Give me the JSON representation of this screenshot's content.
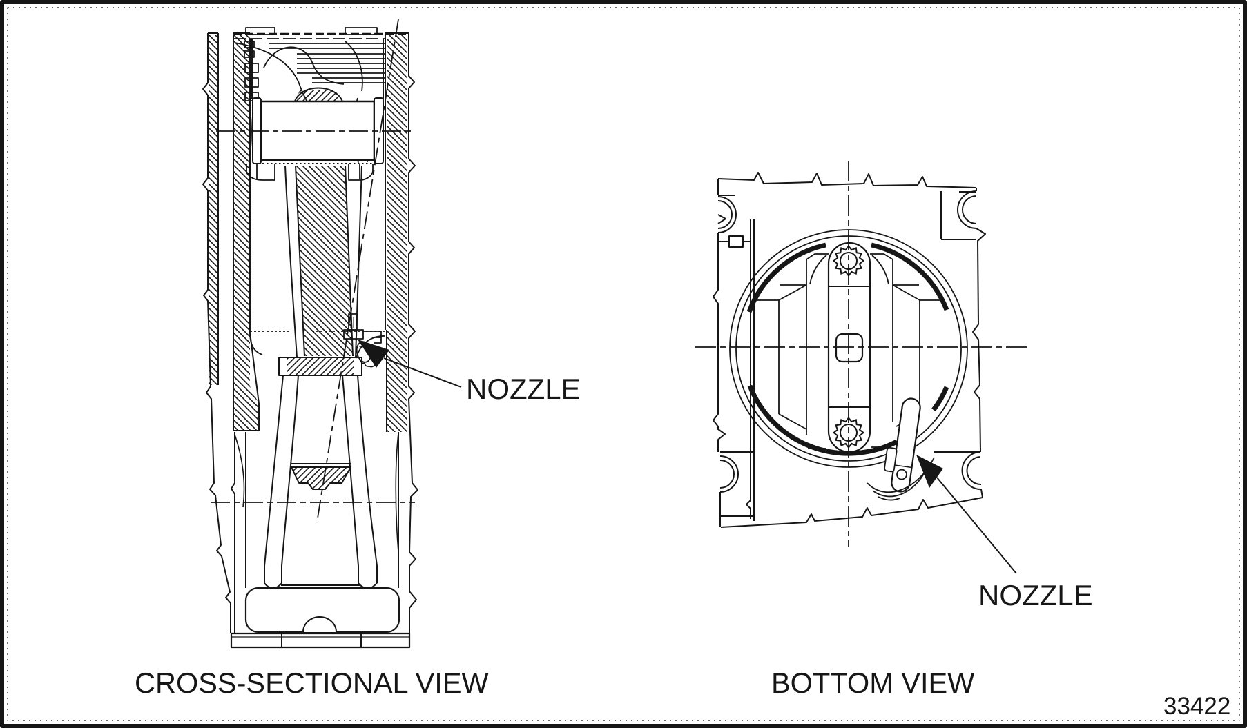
{
  "page": {
    "background": "#ffffff",
    "ink": "#161616"
  },
  "labels": {
    "left_view_caption": "CROSS-SECTIONAL VIEW",
    "right_view_caption": "BOTTOM VIEW",
    "nozzle_callout_left": "NOZZLE",
    "nozzle_callout_right": "NOZZLE",
    "figure_number": "33422"
  }
}
